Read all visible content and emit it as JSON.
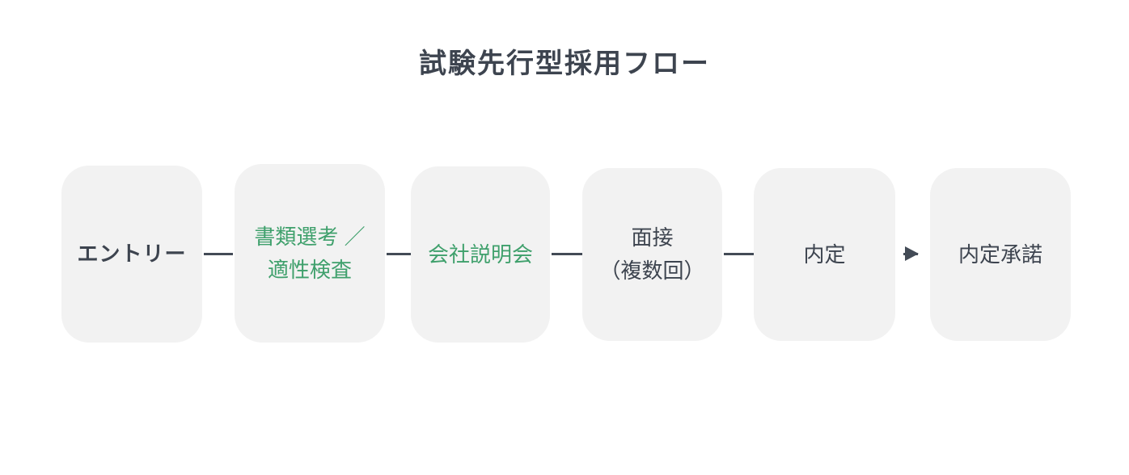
{
  "diagram": {
    "title": "試験先行型採用フロー",
    "title_color": "#3d444f",
    "accent_color": "#3fa06c",
    "node_fill": "#f2f2f2",
    "connector_color": "#434b56",
    "background": "#ffffff",
    "type": "horizontal-flowchart",
    "nodes": [
      {
        "id": "entry",
        "label": "エントリー",
        "lines": 1,
        "highlighted": false,
        "style": "katakana"
      },
      {
        "id": "document-screening",
        "label": "書類選考 ／\n適性検査",
        "lines": 2,
        "highlighted": true,
        "style": "normal"
      },
      {
        "id": "company-briefing",
        "label": "会社説明会",
        "lines": 1,
        "highlighted": true,
        "style": "normal"
      },
      {
        "id": "interview",
        "label": "面接\n（複数回）",
        "lines": 2,
        "highlighted": false,
        "style": "normal"
      },
      {
        "id": "job-offer",
        "label": "内定",
        "lines": 1,
        "highlighted": false,
        "style": "normal"
      },
      {
        "id": "offer-acceptance",
        "label": "内定承諾",
        "lines": 1,
        "highlighted": false,
        "style": "normal"
      }
    ],
    "connectors": [
      {
        "id": "entry-to-document-screening",
        "arrow": false
      },
      {
        "id": "document-screening-to-company-briefing",
        "arrow": false
      },
      {
        "id": "company-briefing-to-interview",
        "arrow": false
      },
      {
        "id": "interview-to-job-offer",
        "arrow": false
      },
      {
        "id": "job-offer-to-offer-acceptance",
        "arrow": true
      }
    ]
  }
}
